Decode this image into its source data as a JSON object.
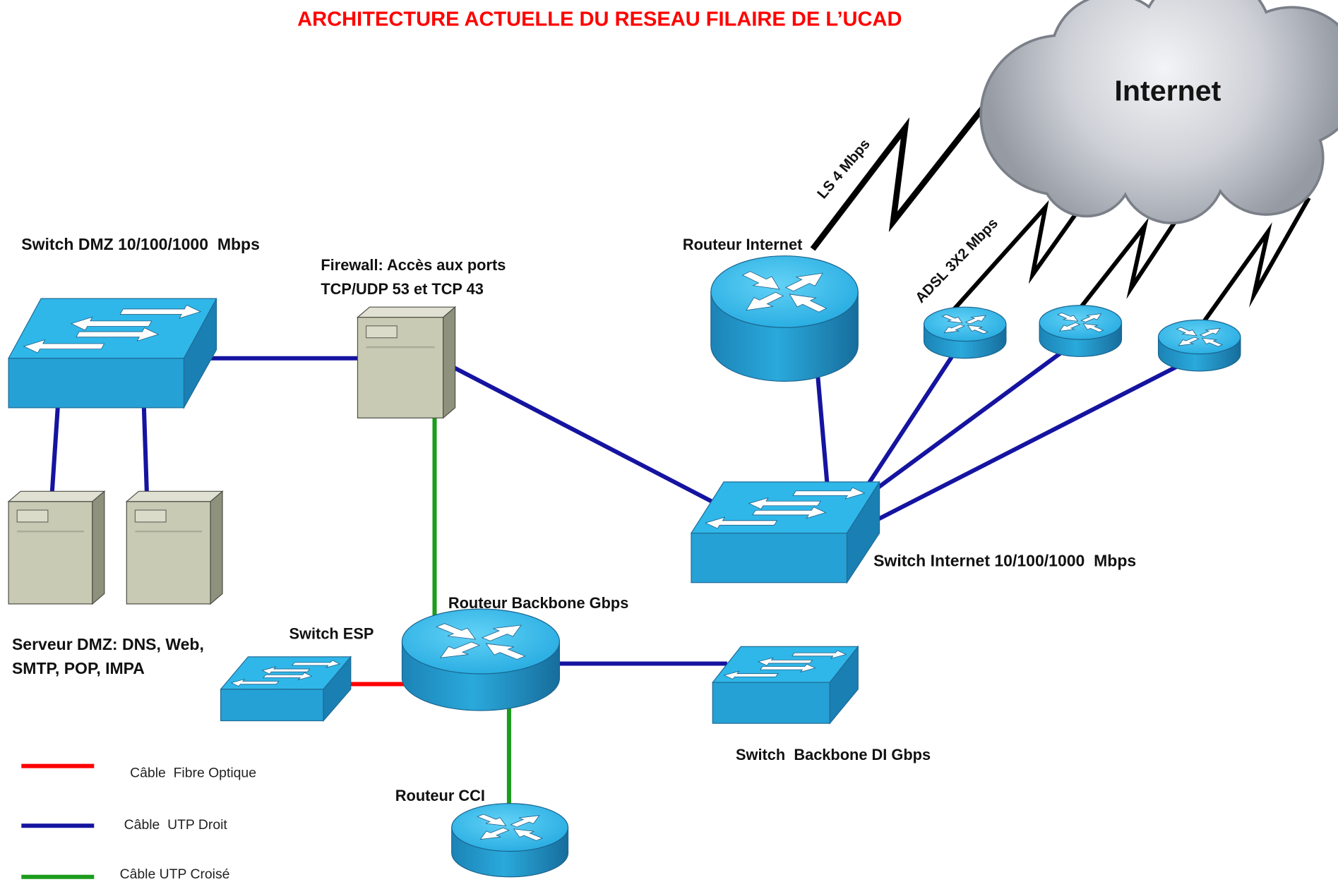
{
  "title": {
    "text": "ARCHITECTURE ACTUELLE DU RESEAU FILAIRE DE L’UCAD",
    "color": "#ff0000"
  },
  "internet_label": "Internet",
  "links": {
    "ls": "LS 4 Mbps",
    "adsl": "ADSL 3X2 Mbps"
  },
  "devices": {
    "switch_dmz": "Switch DMZ 10/100/1000  Mbps",
    "firewall": [
      "Firewall: Accès aux ports",
      "TCP/UDP 53 et TCP 43"
    ],
    "routeur_internet": "Routeur Internet",
    "switch_internet": "Switch Internet 10/100/1000  Mbps",
    "routeur_backbone": "Routeur Backbone Gbps",
    "switch_esp": "Switch ESP",
    "serveur_dmz": [
      "Serveur DMZ: DNS, Web,",
      "SMTP, POP, IMPA"
    ],
    "switch_backbone_di": "Switch  Backbone DI Gbps",
    "routeur_cci": "Routeur CCI"
  },
  "legend": [
    {
      "label": "Câble  Fibre Optique",
      "color": "#ff0000"
    },
    {
      "label": "Câble  UTP Droit",
      "color": "#1414a0"
    },
    {
      "label": "Câble UTP Croisé",
      "color": "#1c9c1c"
    }
  ]
}
